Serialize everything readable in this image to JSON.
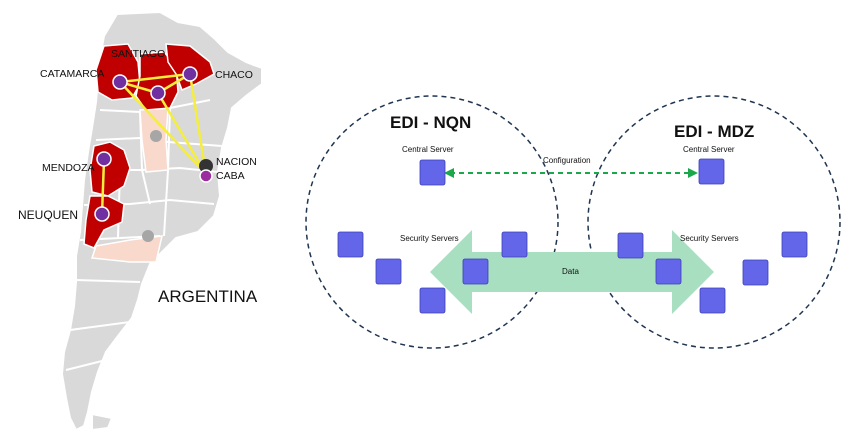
{
  "map": {
    "country_label": "ARGENTINA",
    "provinces": {
      "santiago": "SANTIAGO",
      "catamarca": "CATAMARCA",
      "chaco": "CHACO",
      "mendoza": "MENDOZA",
      "neuquen": "NEUQUEN",
      "nacion": "NACION",
      "caba": "CABA"
    },
    "colors": {
      "highlight_red": "#c00000",
      "land_gray": "#d9d9d9",
      "node_purple": "#7030a0",
      "link_yellow": "#f5ee3c",
      "peach": "#f8d9cc"
    }
  },
  "diagram": {
    "left_cluster": {
      "title": "EDI - NQN",
      "central_server": "Central Server",
      "security_servers": "Security Servers"
    },
    "right_cluster": {
      "title": "EDI - MDZ",
      "central_server": "Central Server",
      "security_servers": "Security Servers"
    },
    "configuration_label": "Configuration",
    "data_label": "Data",
    "colors": {
      "server_blue": "#6366e8",
      "arrow_green": "#a8dfc1",
      "dashed_green": "#1aa84a",
      "circle_navy": "#1f3550"
    }
  }
}
